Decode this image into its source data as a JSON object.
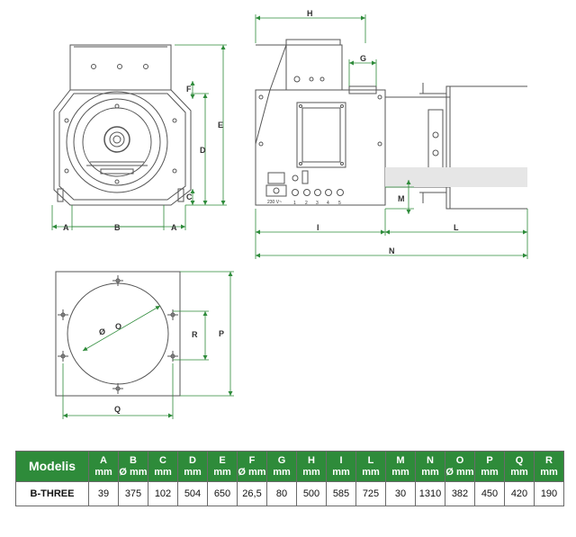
{
  "drawing": {
    "dimension_labels": {
      "a": "A",
      "b": "B",
      "c": "C",
      "d": "D",
      "e": "E",
      "f": "F",
      "g": "G",
      "h": "H",
      "i": "I",
      "l": "L",
      "m": "M",
      "n": "N",
      "o": "O",
      "p": "P",
      "q": "Q",
      "r": "R",
      "phi": "Ø"
    },
    "panel_labels": {
      "voltage": "230 V~",
      "ports": [
        "1",
        "2",
        "3",
        "4",
        "5"
      ]
    },
    "colors": {
      "dimension_line": "#2e8b3a",
      "outline": "#555555",
      "flue_fill": "#e6e6e6"
    }
  },
  "table": {
    "header_color": "#2e8b3a",
    "model_header": "Modelis",
    "columns": [
      {
        "label": "A",
        "unit": "mm"
      },
      {
        "label": "B",
        "unit": "Ø mm"
      },
      {
        "label": "C",
        "unit": "mm"
      },
      {
        "label": "D",
        "unit": "mm"
      },
      {
        "label": "E",
        "unit": "mm"
      },
      {
        "label": "F",
        "unit": "Ø mm"
      },
      {
        "label": "G",
        "unit": "mm"
      },
      {
        "label": "H",
        "unit": "mm"
      },
      {
        "label": "I",
        "unit": "mm"
      },
      {
        "label": "L",
        "unit": "mm"
      },
      {
        "label": "M",
        "unit": "mm"
      },
      {
        "label": "N",
        "unit": "mm"
      },
      {
        "label": "O",
        "unit": "Ø mm"
      },
      {
        "label": "P",
        "unit": "mm"
      },
      {
        "label": "Q",
        "unit": "mm"
      },
      {
        "label": "R",
        "unit": "mm"
      }
    ],
    "rows": [
      {
        "model": "B-THREE",
        "values": [
          "39",
          "375",
          "102",
          "504",
          "650",
          "26,5",
          "80",
          "500",
          "585",
          "725",
          "30",
          "1310",
          "382",
          "450",
          "420",
          "190"
        ]
      }
    ]
  }
}
